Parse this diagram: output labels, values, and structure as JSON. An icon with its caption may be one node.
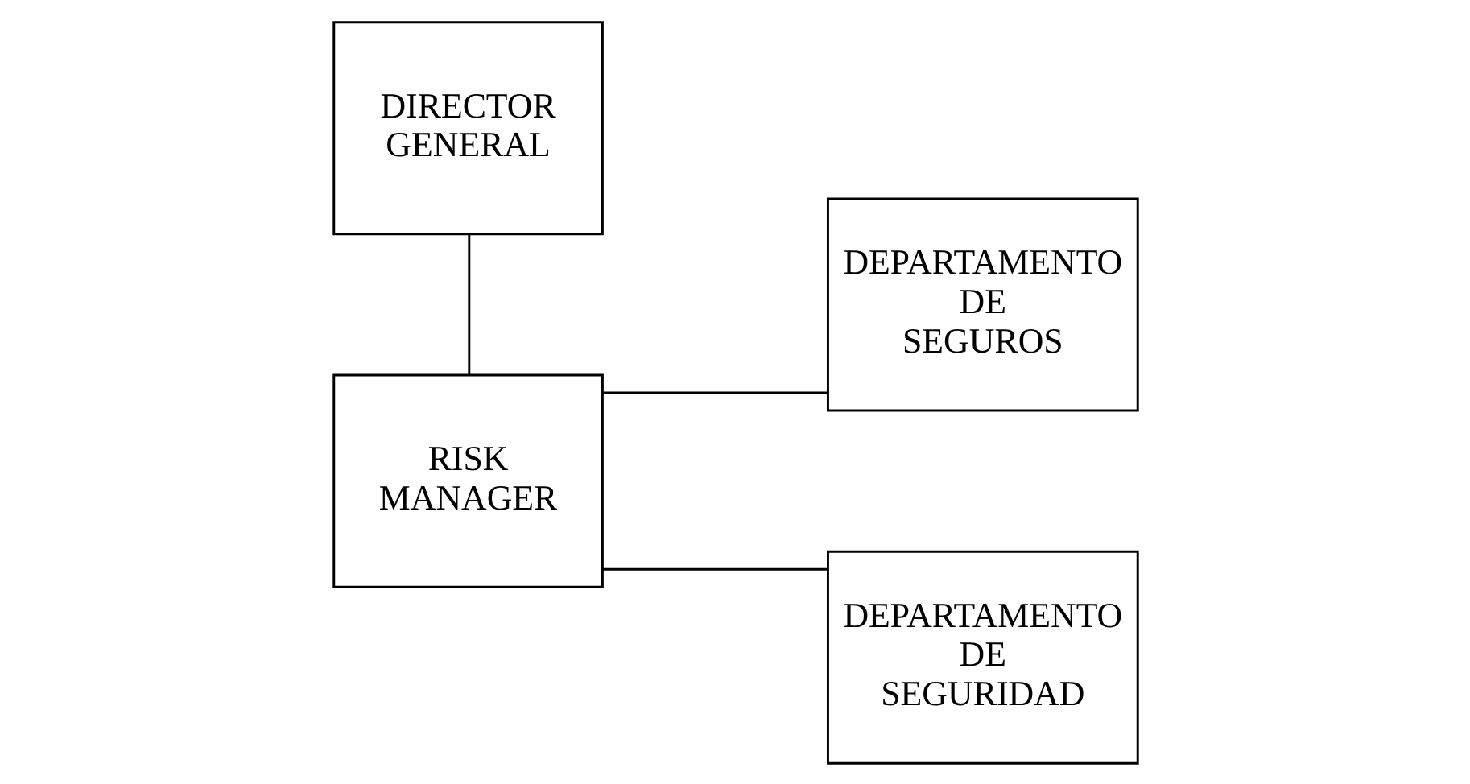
{
  "diagram": {
    "nodes": [
      {
        "text": [
          "DIRECTOR GENERAL"
        ]
      },
      {
        "text": [
          "RISK MANAGER"
        ]
      },
      {
        "text": [
          "DEPARTAMENTO DE SEGUROS"
        ]
      },
      {
        "text": [
          "DEPARTAMENTO DE SEGURIDAD"
        ]
      }
    ],
    "edges": [
      {
        "from": 0,
        "to": 1,
        "arrow": "none"
      },
      {
        "from": 1,
        "to": 2,
        "arrow": "none"
      },
      {
        "from": 1,
        "to": 3,
        "arrow": "none"
      }
    ]
  }
}
